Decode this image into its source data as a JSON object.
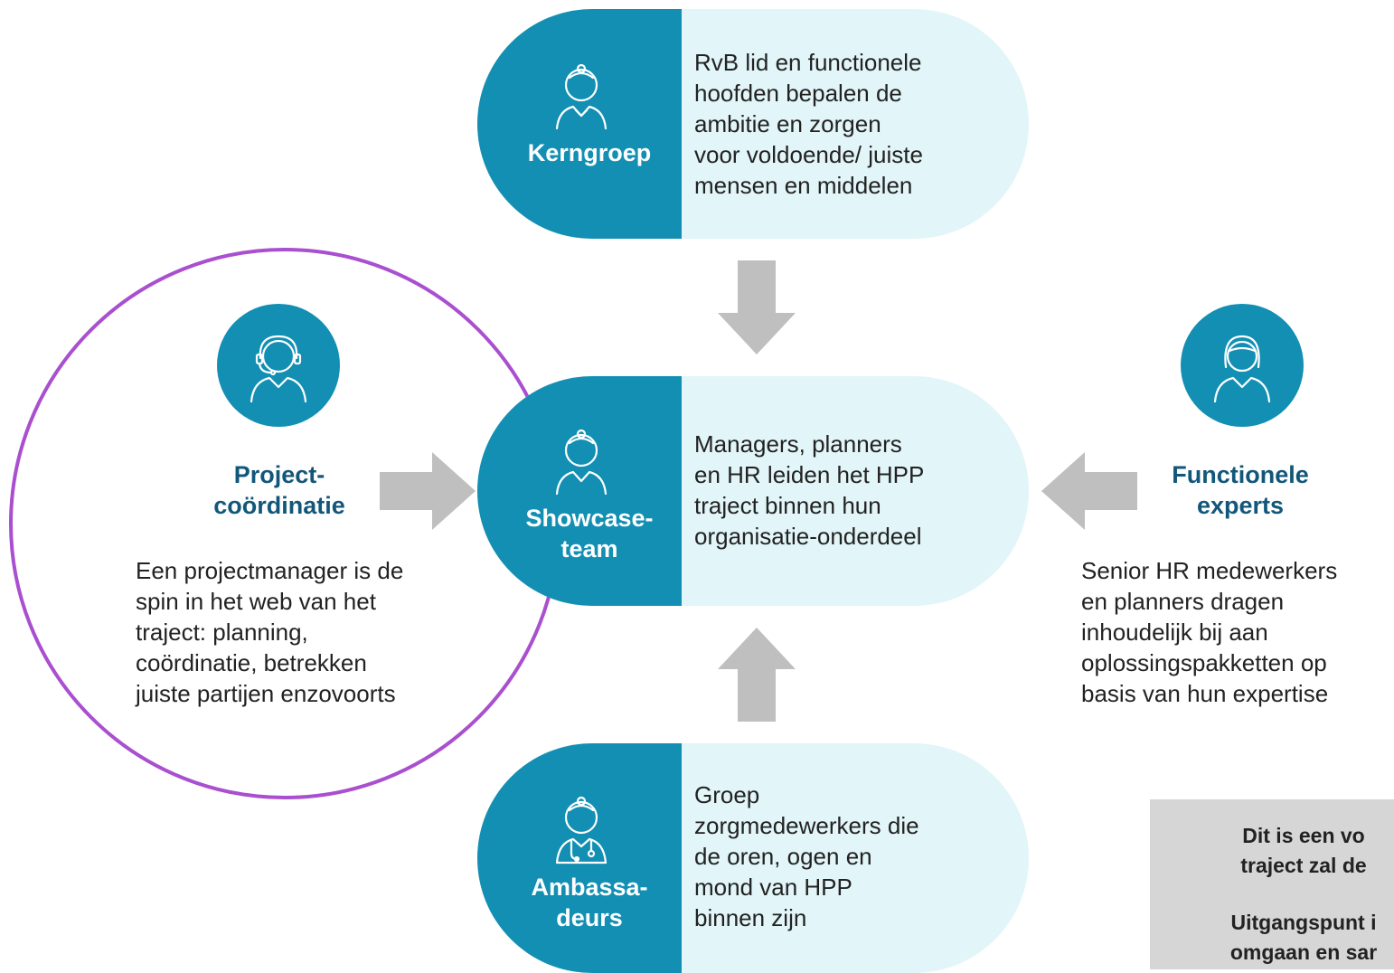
{
  "kerngroep": {
    "title": "Kerngroep",
    "description": "RvB lid en functionele\nhoofden bepalen de\nambitie en zorgen\nvoor voldoende/ juiste\nmensen en middelen"
  },
  "showcase": {
    "title": "Showcase-\nteam",
    "description": "Managers, planners\nen HR leiden het HPP\ntraject binnen hun\norganisatie-onderdeel"
  },
  "ambassadeurs": {
    "title": "Ambassa-\ndeurs",
    "description": "Groep\nzorgmedewerkers die\nde oren, ogen en\nmond van HPP\nbinnen zijn"
  },
  "projectcoordinatie": {
    "title": "Project-\ncoördinatie",
    "description": "Een projectmanager is de\nspin in het web van het\ntraject: planning,\ncoördinatie, betrekken\njuiste partijen enzovoorts"
  },
  "functionele_experts": {
    "title": "Functionele\nexperts",
    "description": "Senior HR medewerkers\nen planners dragen\ninhoudelijk bij aan\noplossingspakketten op\nbasis van hun expertise"
  },
  "note": {
    "line1": "Dit is een vo\ntraject zal de",
    "line2": "Uitgangspunt i\nomgaan en sar"
  },
  "colors": {
    "teal": "#128fb3",
    "light_teal": "#e2f5f8",
    "purple_ring": "#a94fcf",
    "arrow_gray": "#bfbfbf",
    "label_blue": "#12577a"
  }
}
